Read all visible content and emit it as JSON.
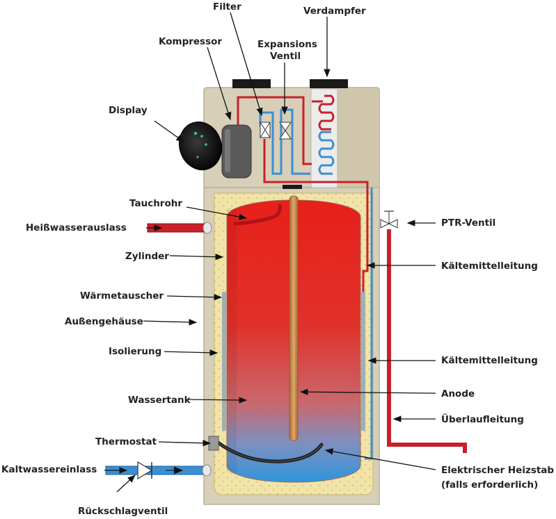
{
  "labels": {
    "filter": "Filter",
    "verdampfer": "Verdampfer",
    "kompressor": "Kompressor",
    "expansions_line1": "Expansions",
    "expansions_line2": "Ventil",
    "display": "Display",
    "tauchrohr": "Tauchrohr",
    "heisswasserauslass": "Heißwasserauslass",
    "ptr_ventil": "PTR-Ventil",
    "zylinder": "Zylinder",
    "kaeltemittelleitung_top": "Kältemittelleitung",
    "waermetauscher": "Wärmetauscher",
    "aussengehaeuse": "Außengehäuse",
    "isolierung": "Isolierung",
    "kaeltemittelleitung_bottom": "Kältemittelleitung",
    "wassertank": "Wassertank",
    "anode": "Anode",
    "ueberlaufleitung": "Überlaufleitung",
    "thermostat": "Thermostat",
    "kaltwassereinlass": "Kaltwassereinlass",
    "heizstab_line1": "Elektrischer Heizstab",
    "heizstab_line2": "(falls erforderlich)",
    "rueckschlagventil": "Rückschlagventil"
  },
  "colors": {
    "housing": "#d7cfb8",
    "housing_shade": "#c7bea4",
    "insulation": "#f2e3a6",
    "hot_water": "#e8231e",
    "cold_water": "#3a8fd6",
    "hot_pipe": "#c8202a",
    "cold_pipe": "#3b8fd4",
    "copper_anode": "#c98a4e",
    "heat_exchanger_coil": "#8fa6b8"
  }
}
